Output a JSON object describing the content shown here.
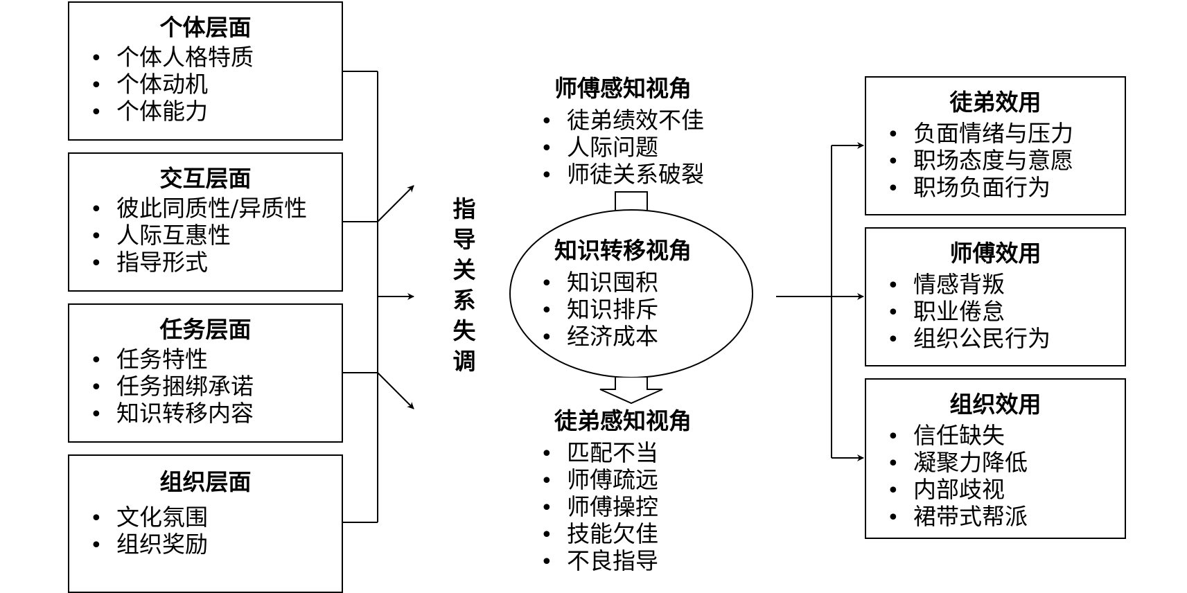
{
  "left_factors": [
    {
      "title": "个体层面",
      "items": [
        "个体人格特质",
        "个体动机",
        "个体能力"
      ]
    },
    {
      "title": "交互层面",
      "items": [
        "彼此同质性/异质性",
        "人际互惠性",
        "指导形式"
      ]
    },
    {
      "title": "任务层面",
      "items": [
        "任务特性",
        "任务捆绑承诺",
        "知识转移内容"
      ]
    },
    {
      "title": "组织层面",
      "items": [
        "文化氛围",
        "组织奖励"
      ]
    }
  ],
  "center_label": [
    "指",
    "导",
    "关",
    "系",
    "失",
    "调"
  ],
  "perspectives": {
    "mentor": {
      "title": "师傅感知视角",
      "items": [
        "徒弟绩效不佳",
        "人际问题",
        "师徒关系破裂"
      ]
    },
    "knowledge": {
      "title": "知识转移视角",
      "items": [
        "知识囤积",
        "知识排斥",
        "经济成本"
      ]
    },
    "protege": {
      "title": "徒弟感知视角",
      "items": [
        "匹配不当",
        "师傅疏远",
        "师傅操控",
        "技能欠佳",
        "不良指导"
      ]
    }
  },
  "outcomes": [
    {
      "title": "徒弟效用",
      "items": [
        "负面情绪与压力",
        "职场态度与意愿",
        "职场负面行为"
      ]
    },
    {
      "title": "师傅效用",
      "items": [
        "情感背叛",
        "职业倦怠",
        "组织公民行为"
      ]
    },
    {
      "title": "组织效用",
      "items": [
        "信任缺失",
        "凝聚力降低",
        "内部歧视",
        "裙带式帮派"
      ]
    }
  ]
}
